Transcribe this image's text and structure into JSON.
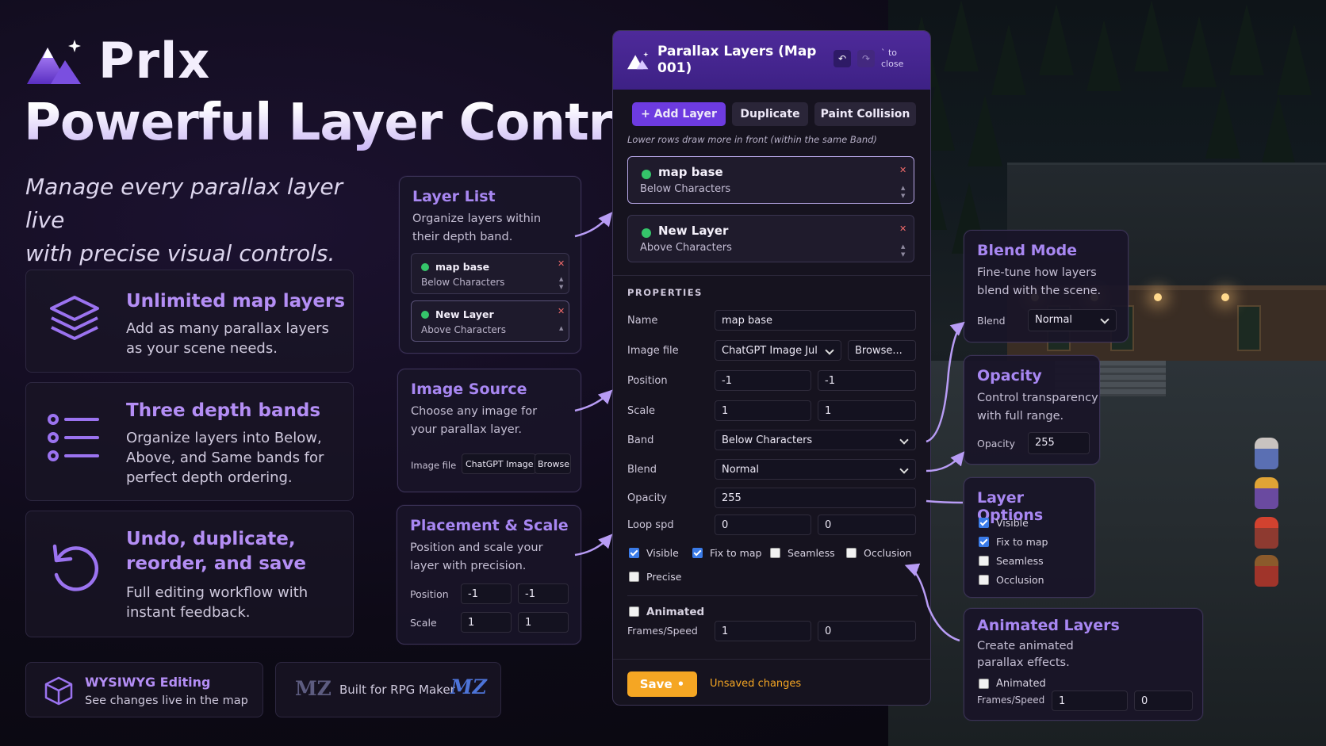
{
  "brand": {
    "name": "Prlx"
  },
  "hero": {
    "title": "Powerful Layer Control",
    "subtitle_line1": "Manage every parallax layer live",
    "subtitle_line2": "with precise visual controls."
  },
  "features": [
    {
      "title": "Unlimited map layers",
      "desc1": "Add as many parallax layers",
      "desc2": "as your scene needs."
    },
    {
      "title": "Three depth bands",
      "desc1": "Organize layers into Below,",
      "desc2": "Above, and Same bands for",
      "desc3": "perfect depth ordering."
    },
    {
      "title1": "Undo, duplicate,",
      "title2": "reorder, and save",
      "desc1": "Full editing workflow with",
      "desc2": "instant feedback."
    }
  ],
  "badges": {
    "wysiwyg_title": "WYSIWYG Editing",
    "wysiwyg_desc": "See changes live in the map",
    "mz_left": "MZ",
    "mz_text": "Built for RPG Maker",
    "mz_right": "MZ"
  },
  "callouts": {
    "layer_list": {
      "title": "Layer List",
      "desc1": "Organize layers within",
      "desc2": "their depth band."
    },
    "image_source": {
      "title": "Image Source",
      "desc1": "Choose any image for",
      "desc2": "your parallax layer.",
      "label": "Image file",
      "value": "ChatGPT Image Jul",
      "browse": "Browse..."
    },
    "placement": {
      "title": "Placement & Scale",
      "desc1": "Position and scale your",
      "desc2": "layer with precision.",
      "position_label": "Position",
      "pos_x": "-1",
      "pos_y": "-1",
      "scale_label": "Scale",
      "scale_x": "1",
      "scale_y": "1"
    },
    "blend": {
      "title": "Blend Mode",
      "desc1": "Fine-tune how layers",
      "desc2": "blend with the scene.",
      "label": "Blend",
      "value": "Normal"
    },
    "opacity": {
      "title": "Opacity",
      "desc1": "Control transparency",
      "desc2": "with full range.",
      "label": "Opacity",
      "value": "255"
    },
    "options": {
      "title": "Layer Options",
      "items": [
        "Visible",
        "Fix to map",
        "Seamless",
        "Occlusion"
      ]
    },
    "animated": {
      "title": "Animated Layers",
      "desc1": "Create animated",
      "desc2": "parallax effects.",
      "check": "Animated",
      "label": "Frames/Speed",
      "frames": "1",
      "speed": "0"
    }
  },
  "panel": {
    "title_line1": "Parallax Layers (Map",
    "title_line2": "001)",
    "close_hint1": "` to",
    "close_hint2": "close",
    "add_label": "+ Add Layer",
    "duplicate_label": "Duplicate",
    "paint_label": "Paint Collision",
    "hint": "Lower rows draw more in front (within the same Band)",
    "layers": [
      {
        "name": "map base",
        "band": "Below Characters"
      },
      {
        "name": "New Layer",
        "band": "Above Characters"
      }
    ],
    "properties_heading": "PROPERTIES",
    "name_label": "Name",
    "name_value": "map base",
    "image_label": "Image file",
    "image_value": "ChatGPT Image Jul",
    "browse_label": "Browse...",
    "position_label": "Position",
    "pos_x": "-1",
    "pos_y": "-1",
    "scale_label": "Scale",
    "scale_x": "1",
    "scale_y": "1",
    "band_label": "Band",
    "band_value": "Below Characters",
    "blend_label": "Blend",
    "blend_value": "Normal",
    "opacity_label": "Opacity",
    "opacity_value": "255",
    "loop_label": "Loop spd",
    "loop_x": "0",
    "loop_y": "0",
    "checks": [
      "Visible",
      "Fix to map",
      "Seamless",
      "Occlusion",
      "Precise"
    ],
    "animated_label": "Animated",
    "frames_label": "Frames/Speed",
    "frames_value": "1",
    "speed_value": "0",
    "save_label": "Save",
    "save_dot": "•",
    "unsaved": "Unsaved changes"
  },
  "colors": {
    "accent": "#a887f2",
    "panel_header": "#4e2a9a",
    "save": "#f5a623",
    "add_button": "#6d3be0",
    "check_on": "#3a7be8"
  }
}
